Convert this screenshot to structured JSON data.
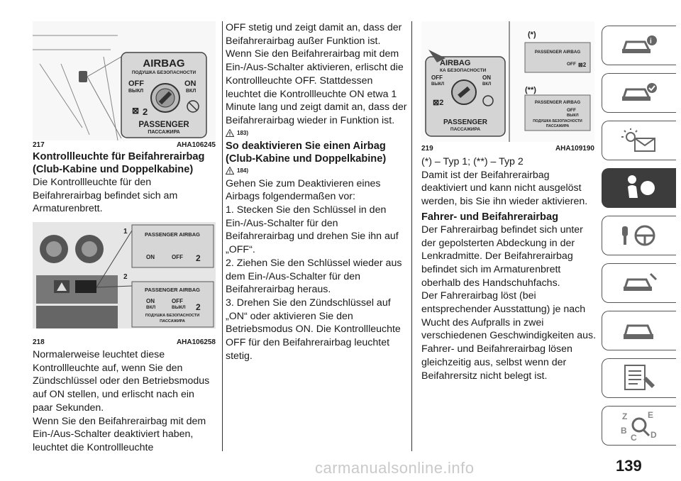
{
  "col1": {
    "fig217": {
      "num": "217",
      "code": "AHA106245",
      "label_airbag": "AIRBAG",
      "label_ru1": "ПОДУШКА БЕЗОПАСНОСТИ",
      "off": "OFF",
      "off_ru": "ВЫКЛ",
      "on": "ON",
      "on_ru": "ВКЛ",
      "passenger": "PASSENGER",
      "passenger_ru": "ПАССАЖИРА"
    },
    "heading1": "Kontrollleuchte für Beifahrerairbag (Club-Kabine und Doppelkabine)",
    "para1": "Die Kontrollleuchte für den Beifahrerairbag befindet sich am Armaturenbrett.",
    "fig218": {
      "num": "218",
      "code": "AHA106258",
      "n1": "1",
      "n2": "2",
      "pa": "PASSENGER AIRBAG",
      "on": "ON",
      "off": "OFF",
      "on_ru": "ВКЛ",
      "off_ru": "ВЫКЛ",
      "ru1": "ПОДУШКА БЕЗОПАСНОСТИ",
      "ru2": "ПАССАЖИРА"
    },
    "para2": "Normalerweise leuchtet diese Kontrollleuchte auf, wenn Sie den Zündschlüssel oder den Betriebsmodus auf ON stellen, und erlischt nach ein paar Sekunden.",
    "para3": "Wenn Sie den Beifahrerairbag mit dem Ein-/Aus-Schalter deaktiviert haben, leuchtet die Kontrollleuchte"
  },
  "col2": {
    "para1": "OFF stetig und zeigt damit an, dass der Beifahrerairbag außer Funktion ist. Wenn Sie den Beifahrerairbag mit dem Ein-/Aus-Schalter aktivieren, erlischt die Kontrollleuchte OFF. Stattdessen leuchtet die Kontrollleuchte ON etwa 1 Minute lang und zeigt damit an, dass der Beifahrerairbag wieder in Funktion ist.",
    "warn1": "183)",
    "heading": "So deaktivieren Sie einen Airbag (Club-Kabine und Doppelkabine)",
    "warn2": "184)",
    "para2": "Gehen Sie zum Deaktivieren eines Airbags folgendermaßen vor:",
    "step1": "1. Stecken Sie den Schlüssel in den Ein-/Aus-Schalter für den Beifahrerairbag und drehen Sie ihn auf „OFF“.",
    "step2": "2. Ziehen Sie den Schlüssel wieder aus dem Ein-/Aus-Schalter für den Beifahrerairbag heraus.",
    "step3": "3. Drehen Sie den Zündschlüssel auf „ON“ oder aktivieren Sie den Betriebsmodus ON. Die Kontrollleuchte OFF für den Beifahrerairbag leuchtet stetig."
  },
  "col3": {
    "fig219": {
      "num": "219",
      "code": "AHA109190",
      "star1": "(*)",
      "star2": "(**)",
      "pa": "PASSENGER AIRBAG",
      "off": "OFF",
      "off_ru": "ВЫКЛ",
      "on": "ON",
      "on_ru": "ВКЛ",
      "airbag": "AIRBAG",
      "ru_head": "КА БЕЗОПАСНОСТИ",
      "ru1": "ПОДУШКА БЕЗОПАСНОСТИ",
      "passenger": "PASSENGER",
      "ru2": "ПАССАЖИРА"
    },
    "types": "(*) – Typ 1; (**) – Typ 2",
    "para1": "Damit ist der Beifahrerairbag deaktiviert und kann nicht ausgelöst werden, bis Sie ihn wieder aktivieren.",
    "heading": "Fahrer- und Beifahrerairbag",
    "para2": "Der Fahrerairbag befindet sich unter der gepolsterten Abdeckung in der Lenkradmitte. Der Beifahrerairbag befindet sich im Armaturenbrett oberhalb des Handschuhfachs.",
    "para3": "Der Fahrerairbag löst (bei entsprechender Ausstattung) je nach Wucht des Aufpralls in zwei verschiedenen Geschwindigkeiten aus.",
    "para4": "Fahrer- und Beifahrerairbag lösen gleichzeitig aus, selbst wenn der Beifahrersitz nicht belegt ist."
  },
  "page_number": "139",
  "watermark": "carmanualsonline.info",
  "tabs": [
    {
      "icon": "car-info-icon"
    },
    {
      "icon": "car-check-icon"
    },
    {
      "icon": "warning-lights-icon"
    },
    {
      "icon": "airbag-seat-icon"
    },
    {
      "icon": "key-steering-icon"
    },
    {
      "icon": "tools-car-icon"
    },
    {
      "icon": "car-service-icon"
    },
    {
      "icon": "specs-list-icon"
    },
    {
      "icon": "index-search-icon"
    }
  ]
}
